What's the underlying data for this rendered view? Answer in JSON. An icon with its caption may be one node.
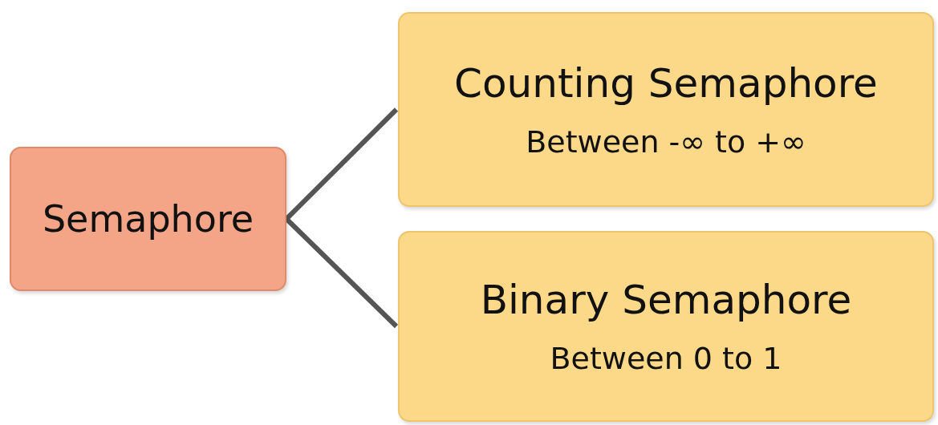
{
  "diagram": {
    "nodes": [
      {
        "text": [
          "Semaphore"
        ]
      },
      {
        "text": [
          "Counting Semaphore",
          "Between -∞ to +∞"
        ]
      },
      {
        "text": [
          "Binary Semaphore",
          "Between 0 to 1"
        ]
      }
    ],
    "edges": [
      {
        "from": 0,
        "to": 1,
        "arrow": "none"
      },
      {
        "from": 0,
        "to": 2,
        "arrow": "none"
      }
    ]
  }
}
